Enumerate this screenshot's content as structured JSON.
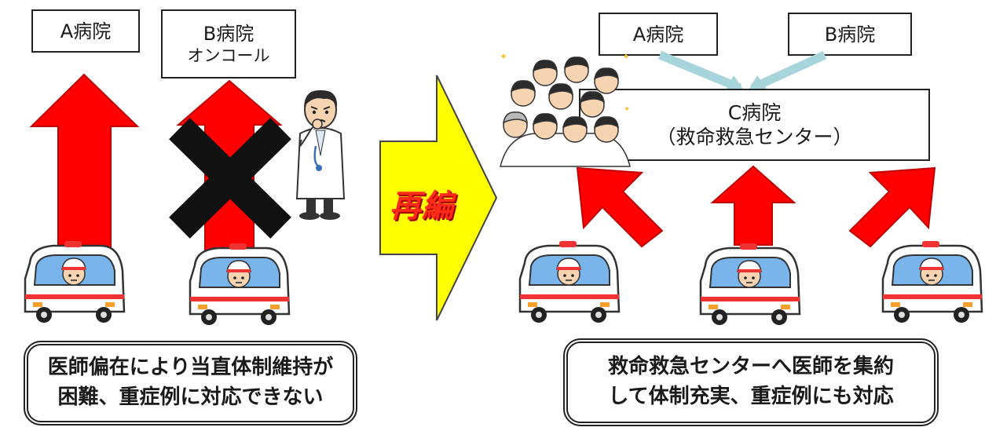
{
  "before": {
    "hospital_a": "A病院",
    "hospital_b": "B病院",
    "hospital_b_sub": "オンコール",
    "note_line1": "医師偏在により当直体制維持が",
    "note_line2": "困難、重症例に対応できない"
  },
  "transition": {
    "label": "再編"
  },
  "after": {
    "hospital_a": "A病院",
    "hospital_b": "B病院",
    "hospital_c": "C病院",
    "hospital_c_sub": "（救命救急センター）",
    "note_line1": "救命救急センターへ医師を集約",
    "note_line2": "して体制充実、重症例にも対応"
  },
  "colors": {
    "arrow_red": "#ff0000",
    "cross_black": "#111111",
    "reorg_arrow": "#ffff00",
    "merge_arrow": "#a8d4dc"
  },
  "icons": [
    "ambulance-icon",
    "worried-doctor-icon",
    "medical-staff-group-icon",
    "cross-mark-icon"
  ]
}
